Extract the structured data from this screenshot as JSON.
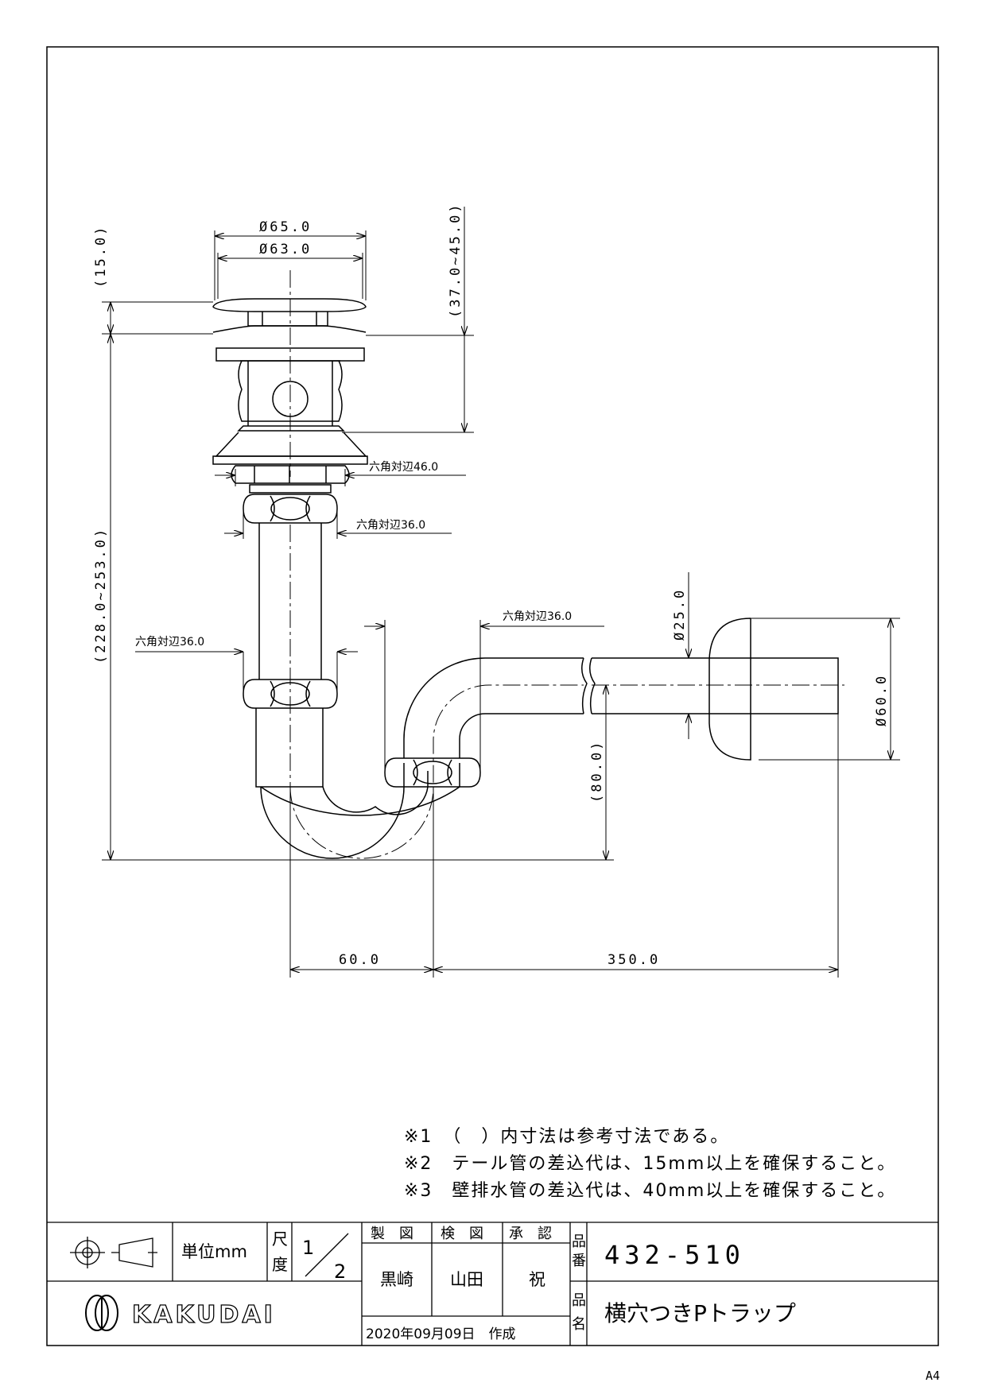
{
  "dimensions": {
    "d65": "Ø65.0",
    "d63": "Ø63.0",
    "h15": "(15.0)",
    "h37_45": "(37.0~45.0)",
    "h228_253": "(228.0~253.0)",
    "hex46": "六角対辺46.0",
    "hex36_upper": "六角対辺36.0",
    "hex36_left": "六角対辺36.0",
    "hex36_right": "六角対辺36.0",
    "d25": "Ø25.0",
    "d60": "Ø60.0",
    "h80": "(80.0)",
    "w60": "60.0",
    "w350": "350.0"
  },
  "notes": [
    "※1　（　）内寸法は参考寸法である。",
    "※2　テール管の差込代は、15mm以上を確保すること。",
    "※3　壁排水管の差込代は、40mm以上を確保すること。"
  ],
  "title_block": {
    "unit_label": "単位mm",
    "scale_label_1": "尺",
    "scale_label_2": "度",
    "scale_num": "1",
    "scale_den": "2",
    "drawn_label": "製　図",
    "checked_label": "検　図",
    "approved_label": "承　認",
    "drawn_by": "黒崎",
    "checked_by": "山田",
    "approved_by": "祝",
    "date": "2020年09月09日　作成",
    "part_no_label_1": "品",
    "part_no_label_2": "番",
    "part_no": "432-510",
    "name_label_1": "品",
    "name_label_2": "名",
    "part_name": "横穴つきPトラップ",
    "logo": "KAKUDAI"
  },
  "sheet_size": "A4"
}
